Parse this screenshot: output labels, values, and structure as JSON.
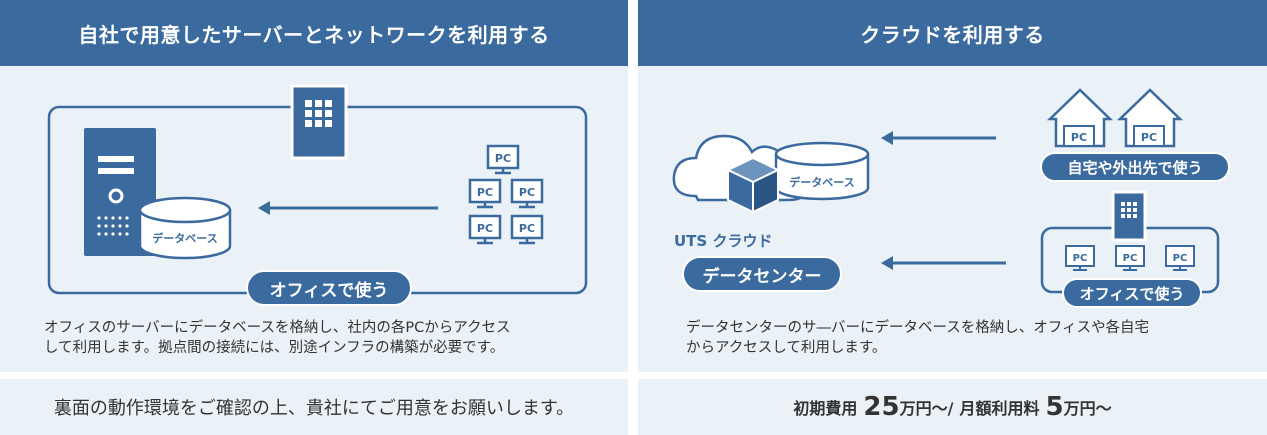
{
  "left": {
    "header": "自社で用意したサーバーとネットワークを利用する",
    "db_label": "データベース",
    "pc_label": "PC",
    "pill": "オフィスで使う",
    "description_line1": "オフィスのサーバーにデータベースを格納し、社内の各PCからアクセス",
    "description_line2": "して利用します。拠点間の接続には、別途インフラの構築が必要です。",
    "footer": "裏面の動作環境をご確認の上、貴社にてご用意をお願いします。"
  },
  "right": {
    "header": "クラウドを利用する",
    "db_label": "データベース",
    "cloud_name": "UTS クラウド",
    "pill_datacenter": "データセンター",
    "pill_home": "自宅や外出先で使う",
    "pill_office": "オフィスで使う",
    "pc_label": "PC",
    "description_line1": "データセンターのサ―バーにデータベースを格納し、オフィスや各自宅",
    "description_line2": "からアクセスして利用します。",
    "price": {
      "prefix": "初期費用",
      "initial_value": "25",
      "initial_unit": "万円〜/",
      "monthly_label": "月額利用料",
      "monthly_value": "5",
      "monthly_unit": "万円〜"
    }
  },
  "colors": {
    "primary": "#3a6a9e",
    "light_bg": "#eaf1f7",
    "white": "#ffffff"
  }
}
